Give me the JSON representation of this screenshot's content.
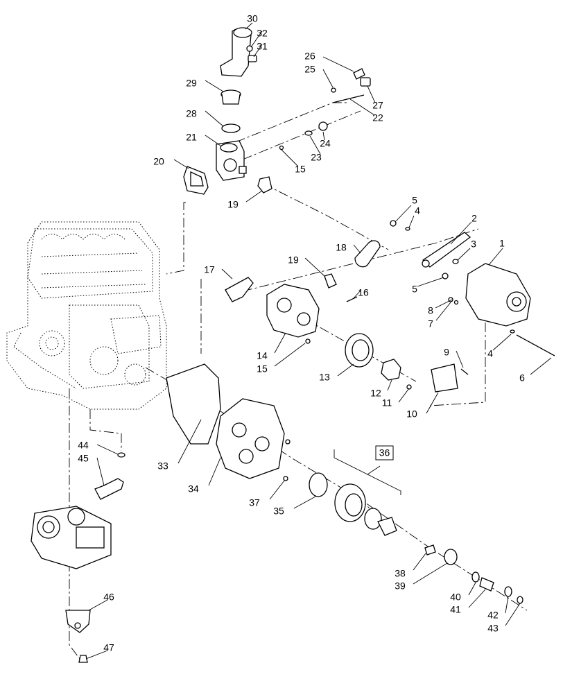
{
  "diagram": {
    "callouts": [
      "1",
      "2",
      "3",
      "4",
      "5",
      "6",
      "7",
      "8",
      "9",
      "10",
      "11",
      "12",
      "13",
      "14",
      "15",
      "16",
      "17",
      "18",
      "19",
      "20",
      "21",
      "22",
      "23",
      "24",
      "25",
      "26",
      "27",
      "28",
      "29",
      "30",
      "31",
      "32",
      "33",
      "34",
      "35",
      "36",
      "37",
      "38",
      "39",
      "40",
      "41",
      "42",
      "43",
      "44",
      "45",
      "46",
      "47"
    ],
    "group_callout": "36"
  }
}
